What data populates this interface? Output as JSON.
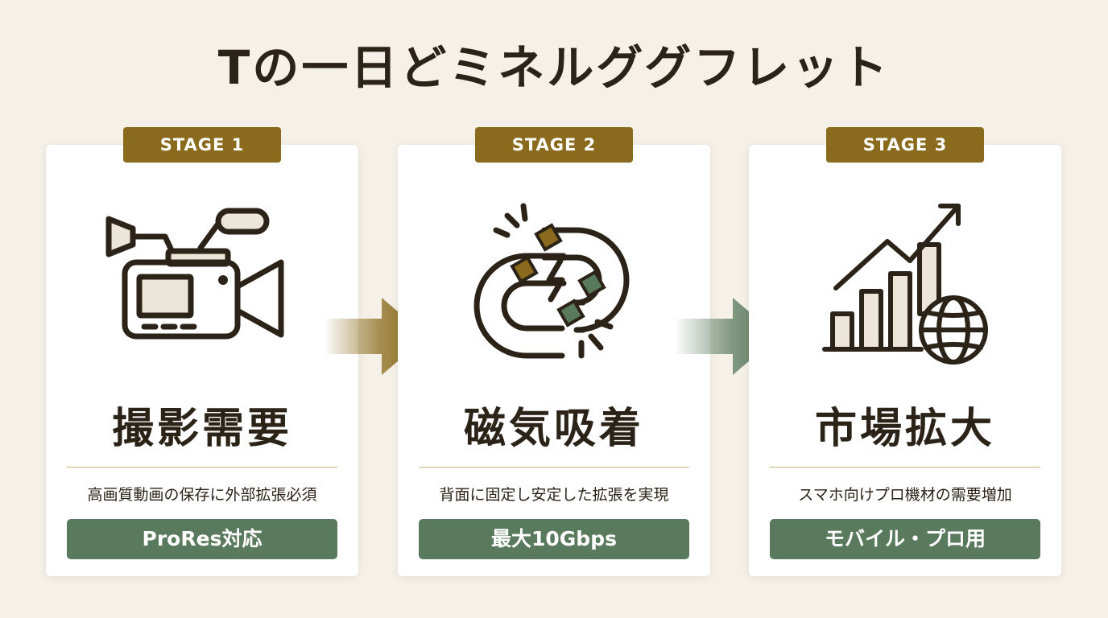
{
  "title": "Tの一日どミネルググフレット",
  "colors": {
    "background": "#f5f1e8",
    "badge": "#8a6a1c",
    "pill": "#5a7a5e",
    "icon_stroke": "#2b2218",
    "icon_gold": "#8a6a1c",
    "icon_green": "#5a7a5e",
    "arrow_1": "#8a6a1c",
    "arrow_2": "#5a7a5e"
  },
  "stages": [
    {
      "badge": "STAGE 1",
      "icon": "video-camera-icon",
      "heading": "撮影需要",
      "description": "高画質動画の保存に外部拡張必須",
      "tag": "ProRes対応"
    },
    {
      "badge": "STAGE 2",
      "icon": "magnet-link-icon",
      "heading": "磁気吸着",
      "description": "背面に固定し安定した拡張を実現",
      "tag": "最大10Gbps"
    },
    {
      "badge": "STAGE 3",
      "icon": "growth-chart-globe-icon",
      "heading": "市場拡大",
      "description": "スマホ向けプロ機材の需要増加",
      "tag": "モバイル・プロ用"
    }
  ],
  "arrows": [
    "arrow-right-icon",
    "arrow-right-icon"
  ]
}
